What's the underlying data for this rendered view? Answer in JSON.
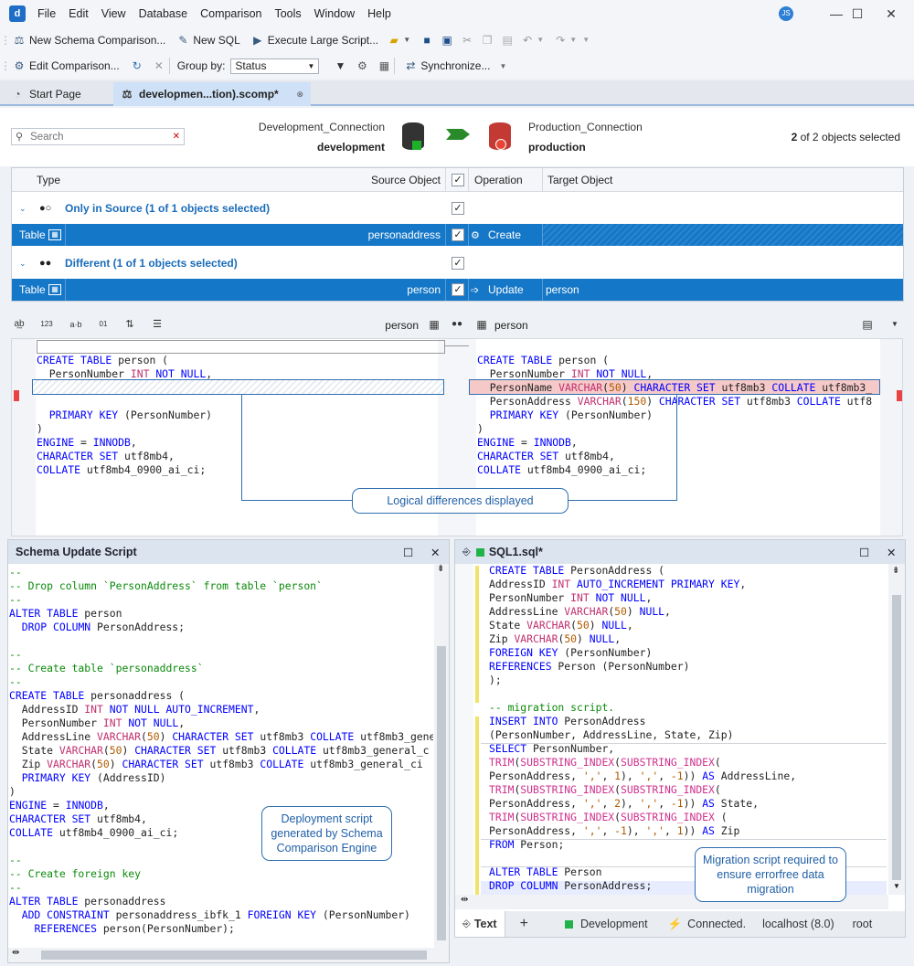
{
  "menu": [
    "File",
    "Edit",
    "View",
    "Database",
    "Comparison",
    "Tools",
    "Window",
    "Help"
  ],
  "user_initials": "JS",
  "toolbar1": {
    "new_schema": "New Schema Comparison...",
    "new_sql": "New SQL",
    "exec_large": "Execute Large Script..."
  },
  "toolbar2": {
    "edit_cmp": "Edit Comparison...",
    "group_by": "Group by:",
    "group_value": "Status",
    "sync": "Synchronize..."
  },
  "tabs": [
    "Start Page",
    "developmen...tion).scomp*"
  ],
  "search_placeholder": "Search",
  "source": {
    "conn": "Development_Connection",
    "db": "development"
  },
  "target": {
    "conn": "Production_Connection",
    "db": "production"
  },
  "selected": {
    "count": "2",
    "rest": "of 2 objects selected"
  },
  "grid": {
    "headers": {
      "type": "Type",
      "source": "Source Object",
      "operation": "Operation",
      "target": "Target Object"
    },
    "groups": [
      {
        "label": "Only in Source (1 of 1 objects selected)",
        "row": {
          "type": "Table",
          "source": "personaddress",
          "op": "Create",
          "target": ""
        }
      },
      {
        "label": "Different (1 of 1 objects selected)",
        "row": {
          "type": "Table",
          "source": "person",
          "op": "Update",
          "target": "person"
        }
      }
    ]
  },
  "diff": {
    "left_label": "person",
    "right_label": "person"
  },
  "callouts": {
    "logical": "Logical differences displayed",
    "deploy": "Deployment script generated by Schema Comparison Engine",
    "migration": "Migration script required to ensure errorfree data migration"
  },
  "panels": {
    "update_title": "Schema Update Script",
    "sql_title": "SQL1.sql*"
  },
  "status": {
    "text_tab": "Text",
    "env": "Development",
    "conn": "Connected.",
    "host": "localhost (8.0)",
    "user": "root"
  },
  "colors": {
    "accent": "#1577c7",
    "diff_red": "#f6c9c9"
  }
}
